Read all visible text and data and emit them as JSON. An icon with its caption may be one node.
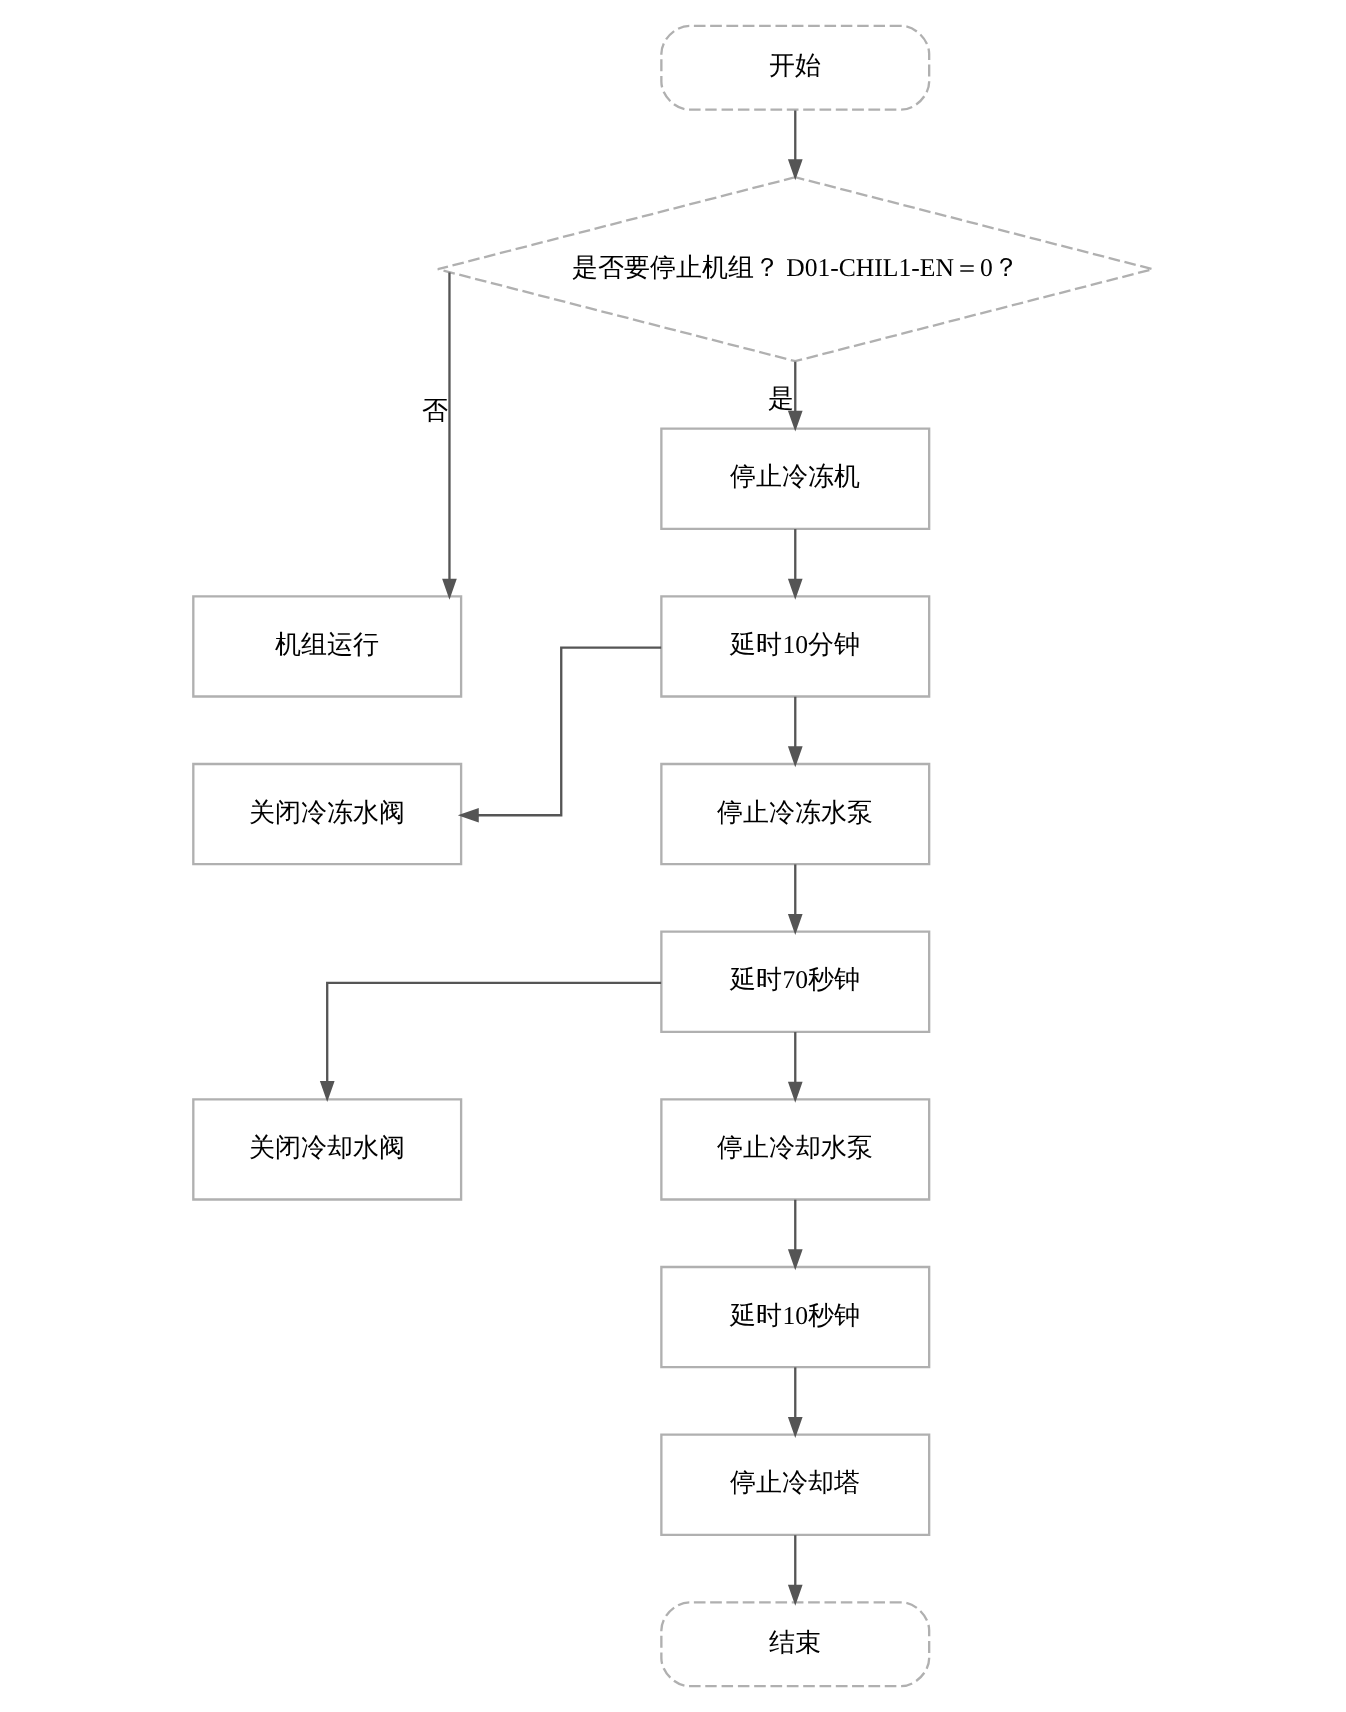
{
  "diagram": {
    "nodes": [
      {
        "text": [
          "开始"
        ]
      },
      {
        "text": [
          "是否要停止机组？ D01-CHIL1-EN＝0？"
        ]
      },
      {
        "text": [
          "机组运行"
        ]
      },
      {
        "text": [
          "停止冷冻机"
        ]
      },
      {
        "text": [
          "延时10分钟"
        ]
      },
      {
        "text": [
          "关闭冷冻水阀"
        ]
      },
      {
        "text": [
          "停止冷冻水泵"
        ]
      },
      {
        "text": [
          "延时70秒钟"
        ]
      },
      {
        "text": [
          "关闭冷却水阀"
        ]
      },
      {
        "text": [
          "停止冷却水泵"
        ]
      },
      {
        "text": [
          "延时10秒钟"
        ]
      },
      {
        "text": [
          "停止冷却塔"
        ]
      },
      {
        "text": [
          "结束"
        ]
      }
    ],
    "edges": [
      {
        "from": 0,
        "to": 1,
        "arrow": "to"
      },
      {
        "from": 1,
        "to": 2,
        "arrow": "to",
        "label": "否"
      },
      {
        "from": 1,
        "to": 3,
        "arrow": "to",
        "label": "是"
      },
      {
        "from": 3,
        "to": 4,
        "arrow": "to"
      },
      {
        "from": 4,
        "to": 5,
        "arrow": "to"
      },
      {
        "from": 4,
        "to": 6,
        "arrow": "to"
      },
      {
        "from": 6,
        "to": 7,
        "arrow": "to"
      },
      {
        "from": 7,
        "to": 8,
        "arrow": "to"
      },
      {
        "from": 7,
        "to": 9,
        "arrow": "to"
      },
      {
        "from": 9,
        "to": 10,
        "arrow": "to"
      },
      {
        "from": 10,
        "to": 11,
        "arrow": "to"
      },
      {
        "from": 11,
        "to": 12,
        "arrow": "to"
      }
    ]
  }
}
